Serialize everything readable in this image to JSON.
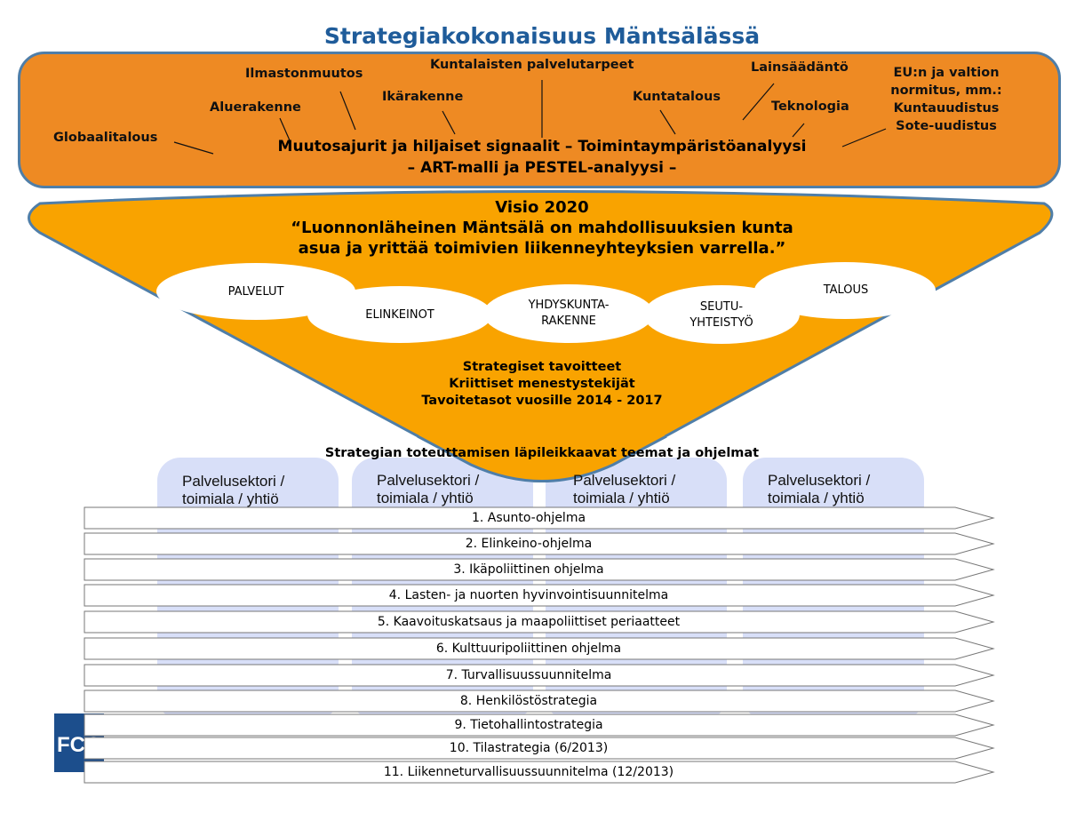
{
  "title": "Strategiakokonaisuus Mäntsälässä",
  "environment": {
    "drivers": {
      "globaalitalous": "Globaalitalous",
      "aluerakenne": "Aluerakenne",
      "ilmastonmuutos": "Ilmastonmuutos",
      "ikarakenne": "Ikärakenne",
      "kuntalaisten": "Kuntalaisten palvelutarpeet",
      "kuntatalous": "Kuntatalous",
      "lainsaadanto": "Lainsäädäntö",
      "teknologia": "Teknologia"
    },
    "eu_note": [
      "EU:n ja valtion",
      "normitus, mm.:",
      "Kuntauudistus",
      "Sote-uudistus"
    ],
    "center_line1": "Muutosajurit ja hiljaiset signaalit – Toimintaympäristöanalyysi",
    "center_line2": "– ART-malli ja PESTEL-analyysi –"
  },
  "vision": {
    "heading": "Visio 2020",
    "line1": "“Luonnonläheinen Mäntsälä on mahdollisuuksien kunta",
    "line2": "asua ja yrittää toimivien liikenneyhteyksien varrella.”"
  },
  "focus_areas": {
    "palvelut": "PALVELUT",
    "elinkeinot": "ELINKEINOT",
    "yhdyskunta": [
      "YHDYSKUNTA-",
      "RAKENNE"
    ],
    "seutu": [
      "SEUTU-",
      "YHTEISTYÖ"
    ],
    "talous": "TALOUS"
  },
  "goals": [
    "Strategiset tavoitteet",
    "Kriittiset menestystekijät",
    "Tavoitetasot vuosille 2014 - 2017"
  ],
  "themes_header": "Strategian toteuttamisen läpileikkaavat teemat ja ohjelmat",
  "columns": [
    [
      "Palvelusektori /",
      "toimiala / yhtiö"
    ],
    [
      "Palvelusektori /",
      "toimiala / yhtiö"
    ],
    [
      "Palvelusektori /",
      "toimiala / yhtiö"
    ],
    [
      "Palvelusektori /",
      "toimiala / yhtiö"
    ]
  ],
  "programs": [
    "1. Asunto-ohjelma",
    "2.  Elinkeino-ohjelma",
    "3. Ikäpoliittinen ohjelma",
    "4. Lasten- ja nuorten hyvinvointisuunnitelma",
    "5. Kaavoituskatsaus ja maapoliittiset periaatteet",
    "6. Kulttuuripoliittinen ohjelma",
    "7. Turvallisuussuunnitelma",
    "8. Henkilöstöstrategia",
    "9. Tietohallintostrategia",
    "10. Tilastrategia (6/2013)",
    "11. Liikenneturvallisuussuunnitelma (12/2013)"
  ],
  "logo": {
    "text": "FCG"
  },
  "colors": {
    "title": "#1f5c9a",
    "orange_box": "#ee8a23",
    "funnel": "#f9a300",
    "border": "#4f7ea8",
    "column": "#d8dff8",
    "logo": "#1c4e8c"
  }
}
